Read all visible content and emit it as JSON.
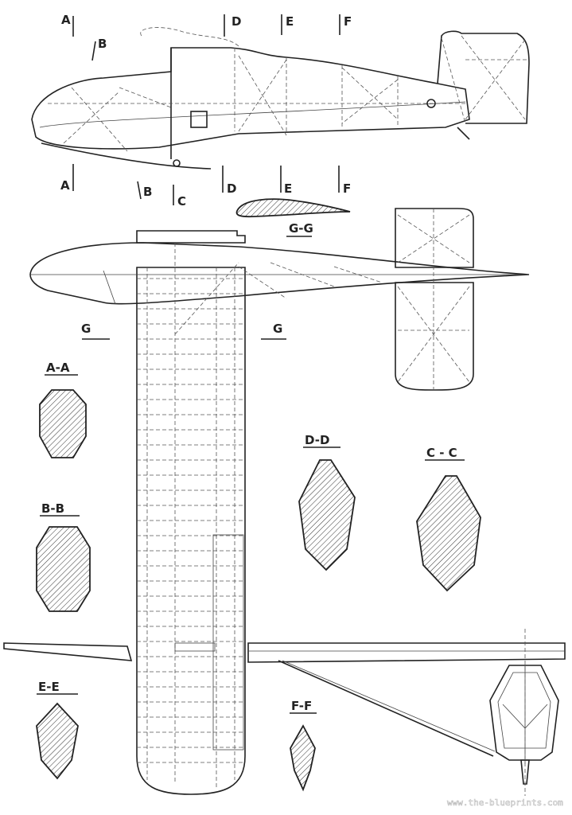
{
  "title": "Glider three-view blueprint",
  "section_markers": {
    "top": [
      "A",
      "B",
      "D",
      "E",
      "F"
    ],
    "bottom": [
      "A",
      "B",
      "C",
      "D",
      "E",
      "F"
    ]
  },
  "airfoil_label": "G-G",
  "g_markers": [
    "G",
    "G"
  ],
  "sections": {
    "aa": "A-A",
    "bb": "B-B",
    "cc": "C - C",
    "dd": "D-D",
    "ee": "E-E",
    "ff": "F-F"
  },
  "watermark": "www.the-blueprints.com"
}
